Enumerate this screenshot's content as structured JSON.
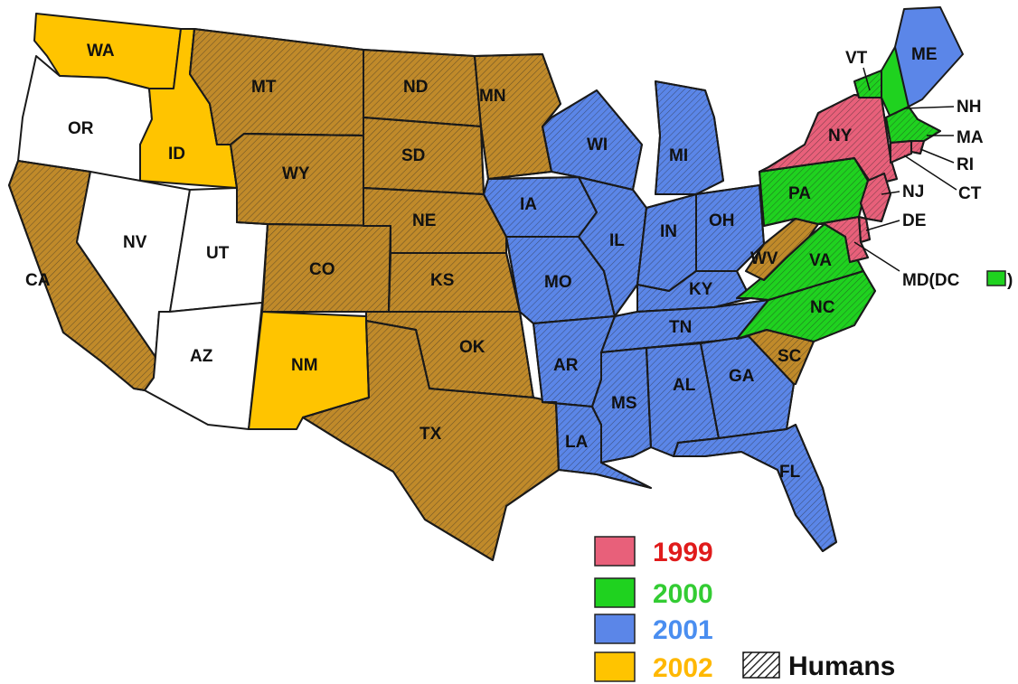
{
  "colors": {
    "y1999": "#e8607a",
    "y2000": "#1fd21f",
    "y2001": "#5b86e8",
    "y2002": "#ffc400",
    "humans_base": "#c08a2a",
    "none": "#ffffff",
    "legend_1999_text": "#e01b1b",
    "legend_2000_text": "#33cc33",
    "legend_2001_text": "#4a8ef0",
    "legend_2002_text": "#ffb800"
  },
  "states": {
    "WA": {
      "label": "WA",
      "year": "2002",
      "humans": false
    },
    "OR": {
      "label": "OR",
      "year": "none",
      "humans": false
    },
    "ID": {
      "label": "ID",
      "year": "2002",
      "humans": false
    },
    "CA": {
      "label": "CA",
      "year": "none",
      "humans": true
    },
    "NV": {
      "label": "NV",
      "year": "none",
      "humans": false
    },
    "UT": {
      "label": "UT",
      "year": "none",
      "humans": false
    },
    "AZ": {
      "label": "AZ",
      "year": "none",
      "humans": false
    },
    "MT": {
      "label": "MT",
      "year": "none",
      "humans": true
    },
    "WY": {
      "label": "WY",
      "year": "none",
      "humans": true
    },
    "CO": {
      "label": "CO",
      "year": "none",
      "humans": true
    },
    "NM": {
      "label": "NM",
      "year": "2002",
      "humans": false
    },
    "ND": {
      "label": "ND",
      "year": "none",
      "humans": true
    },
    "SD": {
      "label": "SD",
      "year": "none",
      "humans": true
    },
    "NE": {
      "label": "NE",
      "year": "none",
      "humans": true
    },
    "KS": {
      "label": "KS",
      "year": "none",
      "humans": true
    },
    "OK": {
      "label": "OK",
      "year": "none",
      "humans": true
    },
    "TX": {
      "label": "TX",
      "year": "none",
      "humans": true
    },
    "MN": {
      "label": "MN",
      "year": "none",
      "humans": true
    },
    "IA": {
      "label": "IA",
      "year": "2001",
      "humans": true
    },
    "MO": {
      "label": "MO",
      "year": "2001",
      "humans": true
    },
    "AR": {
      "label": "AR",
      "year": "2001",
      "humans": true
    },
    "LA": {
      "label": "LA",
      "year": "2001",
      "humans": true
    },
    "WI": {
      "label": "WI",
      "year": "2001",
      "humans": true
    },
    "IL": {
      "label": "IL",
      "year": "2001",
      "humans": true
    },
    "MI": {
      "label": "MI",
      "year": "2001",
      "humans": true
    },
    "IN": {
      "label": "IN",
      "year": "2001",
      "humans": true
    },
    "OH": {
      "label": "OH",
      "year": "2001",
      "humans": true
    },
    "KY": {
      "label": "KY",
      "year": "2001",
      "humans": true
    },
    "TN": {
      "label": "TN",
      "year": "2001",
      "humans": true
    },
    "MS": {
      "label": "MS",
      "year": "2001",
      "humans": true
    },
    "AL": {
      "label": "AL",
      "year": "2001",
      "humans": true
    },
    "GA": {
      "label": "GA",
      "year": "2001",
      "humans": true
    },
    "FL": {
      "label": "FL",
      "year": "2001",
      "humans": true
    },
    "SC": {
      "label": "SC",
      "year": "none",
      "humans": true
    },
    "NC": {
      "label": "NC",
      "year": "2000",
      "humans": true
    },
    "VA": {
      "label": "VA",
      "year": "2000",
      "humans": true
    },
    "WV": {
      "label": "WV",
      "year": "none",
      "humans": true
    },
    "PA": {
      "label": "PA",
      "year": "2000",
      "humans": true
    },
    "NY": {
      "label": "NY",
      "year": "1999",
      "humans": true
    },
    "VT": {
      "label": "VT",
      "year": "2000",
      "humans": true
    },
    "NH": {
      "label": "NH",
      "year": "2000",
      "humans": false
    },
    "ME": {
      "label": "ME",
      "year": "2001",
      "humans": false
    },
    "MA": {
      "label": "MA",
      "year": "2000",
      "humans": true
    },
    "RI": {
      "label": "RI",
      "year": "1999",
      "humans": true
    },
    "CT": {
      "label": "CT",
      "year": "1999",
      "humans": true
    },
    "NJ": {
      "label": "NJ",
      "year": "1999",
      "humans": true
    },
    "DE": {
      "label": "DE",
      "year": "1999",
      "humans": true
    },
    "MD": {
      "label": "MD(DC",
      "close": ")",
      "year": "1999",
      "humans": true
    }
  },
  "legend": {
    "items": [
      {
        "label": "1999",
        "key": "y1999"
      },
      {
        "label": "2000",
        "key": "y2000"
      },
      {
        "label": "2001",
        "key": "y2001"
      },
      {
        "label": "2002",
        "key": "y2002"
      }
    ],
    "humans_label": "Humans"
  }
}
